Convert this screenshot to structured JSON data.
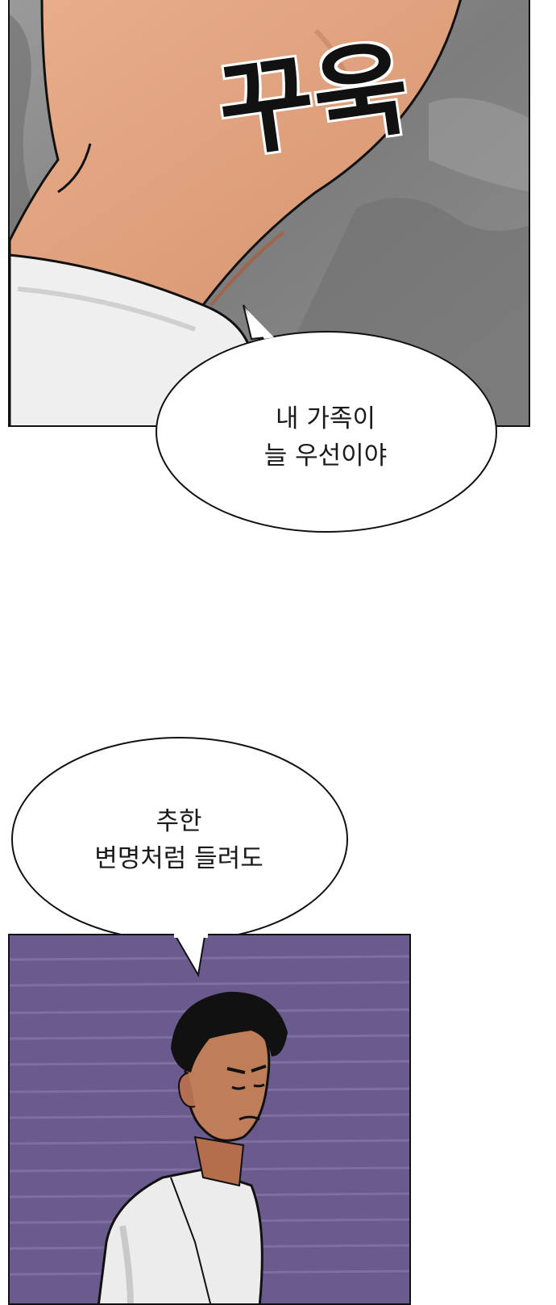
{
  "panels": [
    {
      "sfx": "꾸욱",
      "bubble": {
        "lines": "내 가족이\n늘 우선이야"
      }
    },
    {
      "bubble": {
        "lines": "추한\n변명처럼 들려도"
      }
    }
  ],
  "colors": {
    "skin": "#e2a684",
    "skin_shadow": "#c37a5a",
    "stone_gray": "#8a8a8a",
    "coat_white": "#efefef",
    "purple_bg": "#6a5a8e",
    "hair": "#111111",
    "outline": "#111111"
  }
}
